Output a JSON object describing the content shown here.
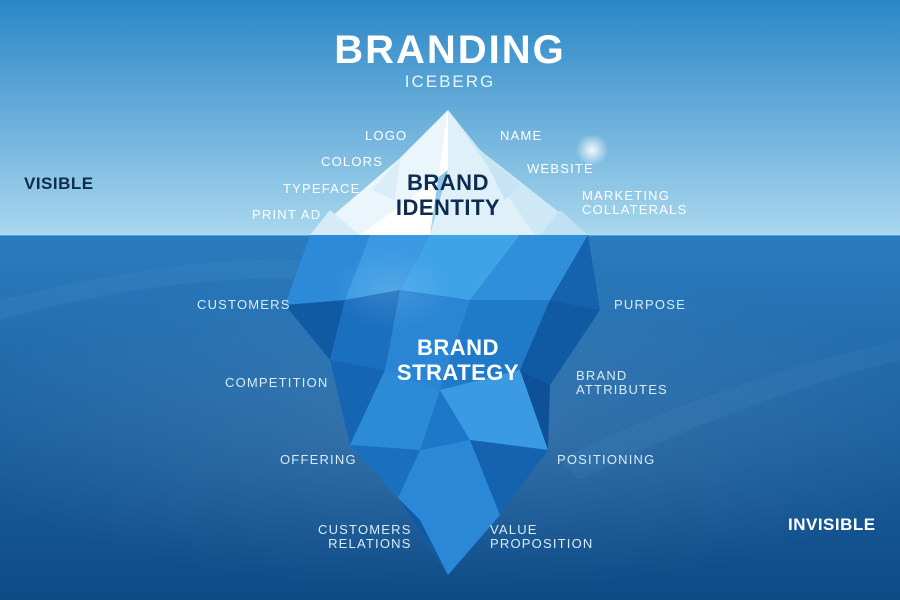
{
  "title": {
    "main": "BRANDING",
    "sub": "ICEBERG"
  },
  "zones": {
    "visible": "VISIBLE",
    "invisible": "INVISIBLE"
  },
  "tip_title": {
    "line1": "BRAND",
    "line2": "IDENTITY"
  },
  "base_title": {
    "line1": "BRAND",
    "line2": "STRATEGY"
  },
  "identity_items": {
    "logo": "LOGO",
    "colors": "COLORS",
    "typeface": "TYPEFACE",
    "print_ad": "PRINT AD",
    "name": "NAME",
    "website": "WEBSITE",
    "marketing_1": "MARKETING",
    "marketing_2": "COLLATERALS"
  },
  "strategy_items": {
    "customers": "CUSTOMERS",
    "competition": "COMPETITION",
    "offering": "OFFERING",
    "relations_1": "CUSTOMERS",
    "relations_2": "RELATIONS",
    "purpose": "PURPOSE",
    "attributes_1": "BRAND",
    "attributes_2": "ATTRIBUTES",
    "positioning": "POSITIONING",
    "value_1": "VALUE",
    "value_2": "PROPOSITION"
  },
  "colors": {
    "sky_top": "#2a86c6",
    "sky_bottom": "#a9d7ee",
    "water_top": "#2b7cbf",
    "water_bottom": "#0e4a86",
    "ice_light": "#ffffff",
    "ice_shadow": "#bfe1f3",
    "ice_blue_light": "#3aa0e6",
    "ice_blue_dark": "#0b4f95",
    "dark_text": "#0d2c4f"
  }
}
